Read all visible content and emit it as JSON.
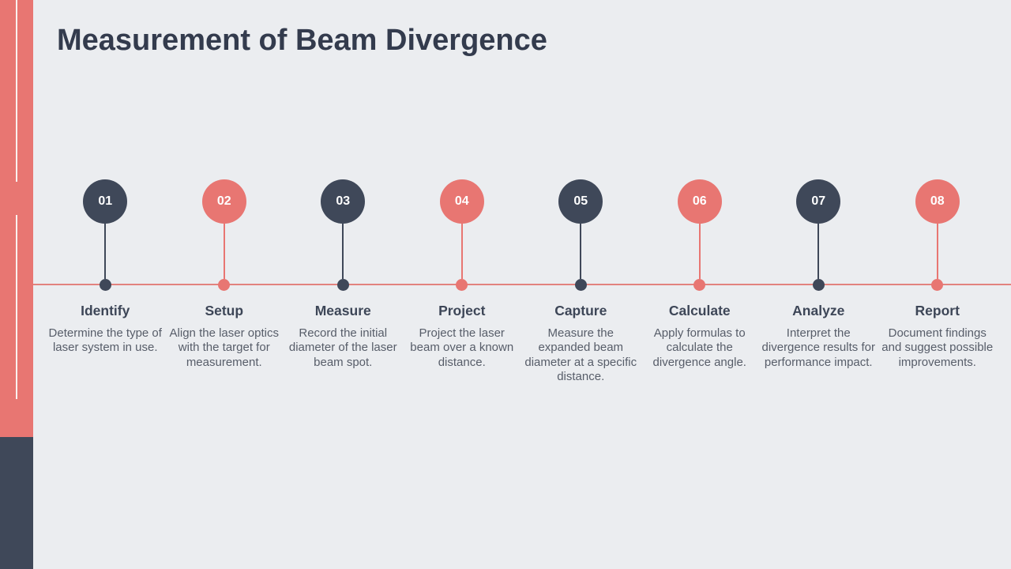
{
  "slide": {
    "title": "Measurement of Beam Divergence"
  },
  "colors": {
    "coral": "#e87672",
    "navy": "#3f4859",
    "background": "#ebedf0",
    "title_text": "#333b4d",
    "body_text": "#575d69",
    "timeline_line": "#e2827e"
  },
  "steps": [
    {
      "number": "01",
      "title": "Identify",
      "description": "Determine the type of laser system in use.",
      "color": "navy"
    },
    {
      "number": "02",
      "title": "Setup",
      "description": "Align the laser optics with the target for measurement.",
      "color": "coral"
    },
    {
      "number": "03",
      "title": "Measure",
      "description": "Record the initial diameter of the laser beam spot.",
      "color": "navy"
    },
    {
      "number": "04",
      "title": "Project",
      "description": "Project the laser beam over a known distance.",
      "color": "coral"
    },
    {
      "number": "05",
      "title": "Capture",
      "description": "Measure the expanded beam diameter at a specific distance.",
      "color": "navy"
    },
    {
      "number": "06",
      "title": "Calculate",
      "description": "Apply formulas to calculate the divergence angle.",
      "color": "coral"
    },
    {
      "number": "07",
      "title": "Analyze",
      "description": "Interpret the divergence results for performance impact.",
      "color": "navy"
    },
    {
      "number": "08",
      "title": "Report",
      "description": "Document findings and suggest possible improvements.",
      "color": "coral"
    }
  ]
}
